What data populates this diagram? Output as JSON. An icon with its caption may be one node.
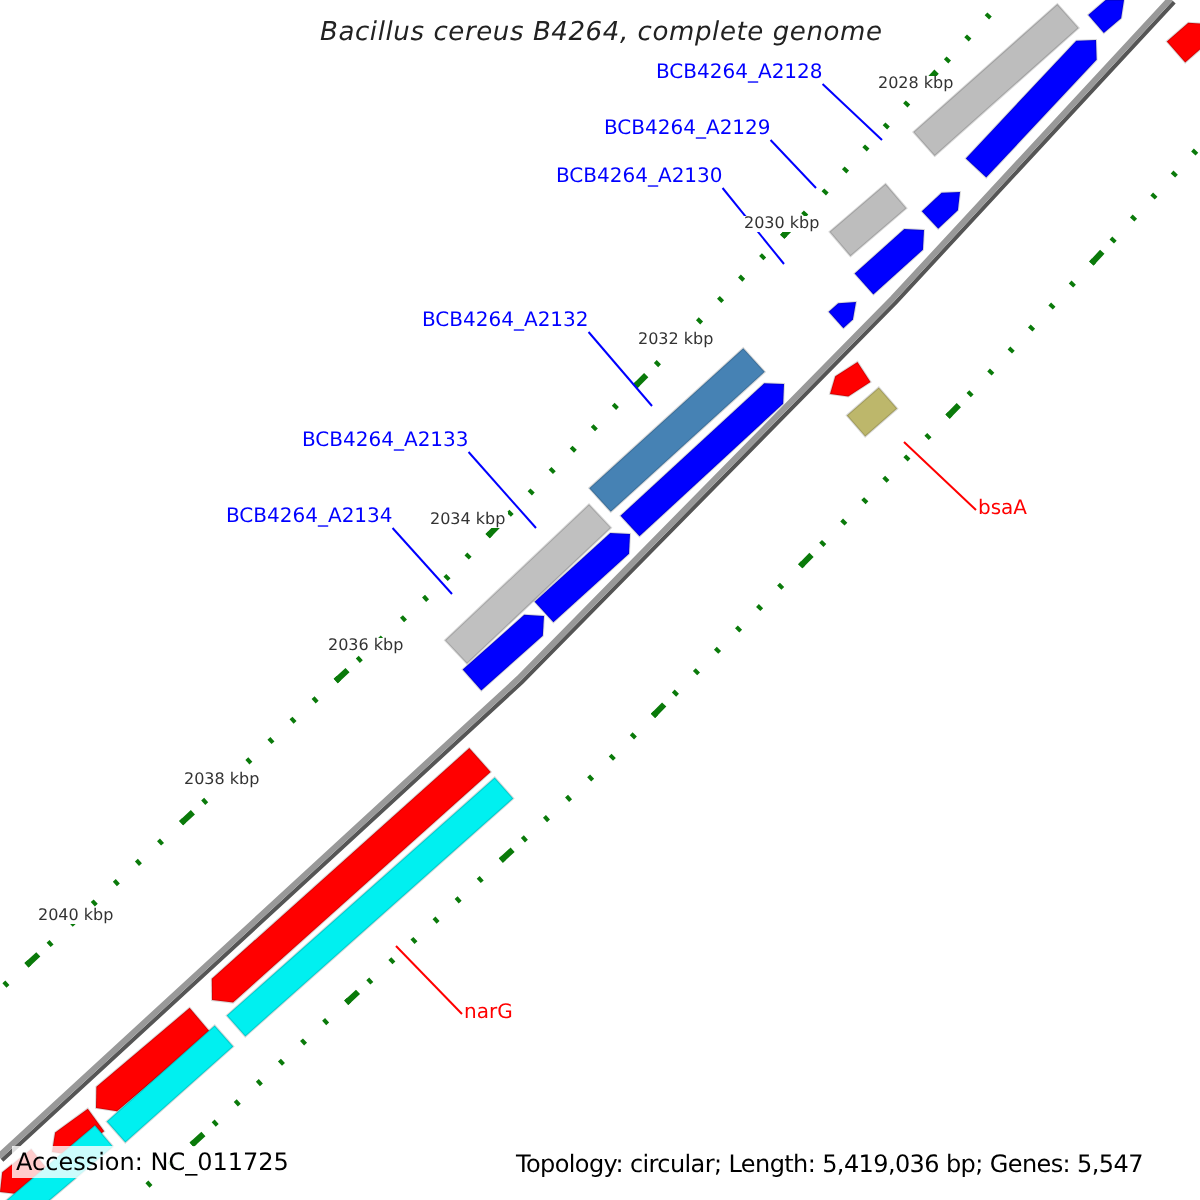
{
  "diagram": {
    "title": "Bacillus cereus B4264, complete genome",
    "nodes": [
      {
        "text": [
          "BCB4264_A2128"
        ]
      },
      {
        "text": [
          "BCB4264_A2129"
        ]
      },
      {
        "text": [
          "BCB4264_A2130"
        ]
      },
      {
        "text": [
          "BCB4264_A2132"
        ]
      },
      {
        "text": [
          "BCB4264_A2133"
        ]
      },
      {
        "text": [
          "BCB4264_A2134"
        ]
      },
      {
        "text": [
          "bsaA"
        ]
      },
      {
        "text": [
          "narG"
        ]
      }
    ],
    "edges": [
      {
        "from": 0,
        "to": null,
        "arrow": "none"
      },
      {
        "from": 1,
        "to": null,
        "arrow": "none"
      },
      {
        "from": 2,
        "to": null,
        "arrow": "none"
      },
      {
        "from": 3,
        "to": null,
        "arrow": "none"
      },
      {
        "from": 4,
        "to": null,
        "arrow": "none"
      },
      {
        "from": 5,
        "to": null,
        "arrow": "none"
      },
      {
        "from": 6,
        "to": null,
        "arrow": "none",
        "color": "#ff0000"
      },
      {
        "from": 7,
        "to": null,
        "arrow": "none",
        "color": "#ff0000"
      }
    ],
    "labels": [
      "2028 kbp",
      "2030 kbp",
      "2032 kbp",
      "2034 kbp",
      "2036 kbp",
      "2038 kbp",
      "2040 kbp",
      "Accession: NC_011725",
      "Topology: circular; Length: 5,419,036 bp; Genes: 5,547"
    ]
  }
}
